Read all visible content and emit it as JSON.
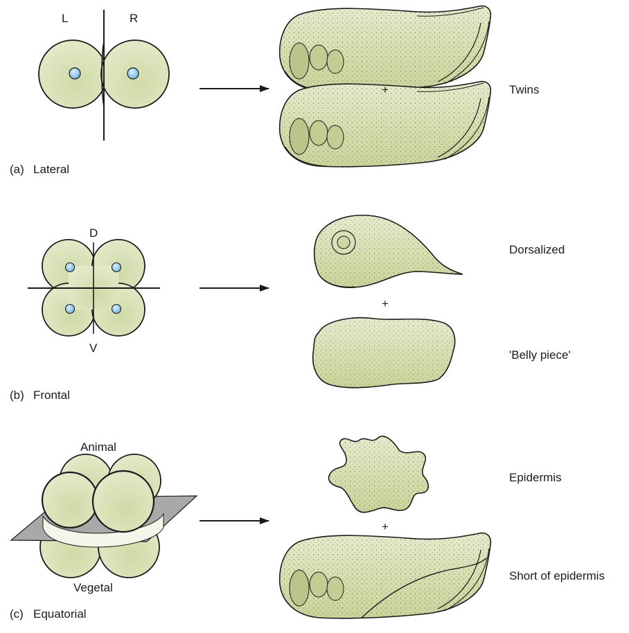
{
  "panels": [
    {
      "id": "a",
      "caption_tag": "(a)",
      "caption_text": "Lateral",
      "embryo_labels": [
        "L",
        "R"
      ],
      "results": [
        "Twins"
      ],
      "plus": "+"
    },
    {
      "id": "b",
      "caption_tag": "(b)",
      "caption_text": "Frontal",
      "embryo_labels": [
        "D",
        "V"
      ],
      "results": [
        "Dorsalized",
        "'Belly piece'"
      ],
      "plus": "+"
    },
    {
      "id": "c",
      "caption_tag": "(c)",
      "caption_text": "Equatorial",
      "embryo_labels": [
        "Animal",
        "Vegetal"
      ],
      "results": [
        "Epidermis",
        "Short of epidermis"
      ],
      "plus": "+"
    }
  ],
  "colors": {
    "cell_fill": "#dfe6c4",
    "cell_stroke": "#1a1a1a",
    "nucleus": "#8fc8ea",
    "tadpole_fill": "#dde4bf",
    "plane": "#a9a9a9"
  }
}
